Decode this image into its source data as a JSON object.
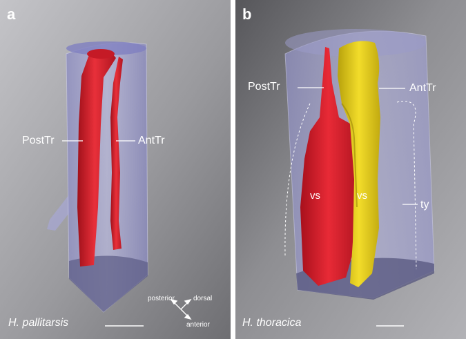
{
  "panels": [
    {
      "letter": "a",
      "labels": {
        "post": "PostTr",
        "ant": "AntTr"
      },
      "species": "H. pallitarsis",
      "orientation": {
        "posterior": "posterior",
        "dorsal": "dorsal",
        "anterior": "anterior"
      }
    },
    {
      "letter": "b",
      "labels": {
        "post": "PostTr",
        "ant": "AntTr",
        "vs_left": "vs",
        "vs_right": "vs",
        "ty": "ty"
      },
      "species": "H. thoracica"
    }
  ],
  "colors": {
    "background_light": "#b9b9bc",
    "background_dark": "#6c6c70",
    "tube": "#a9a9d2",
    "trachea_red": "#d8202c",
    "trachea_yellow": "#e8d21a"
  }
}
